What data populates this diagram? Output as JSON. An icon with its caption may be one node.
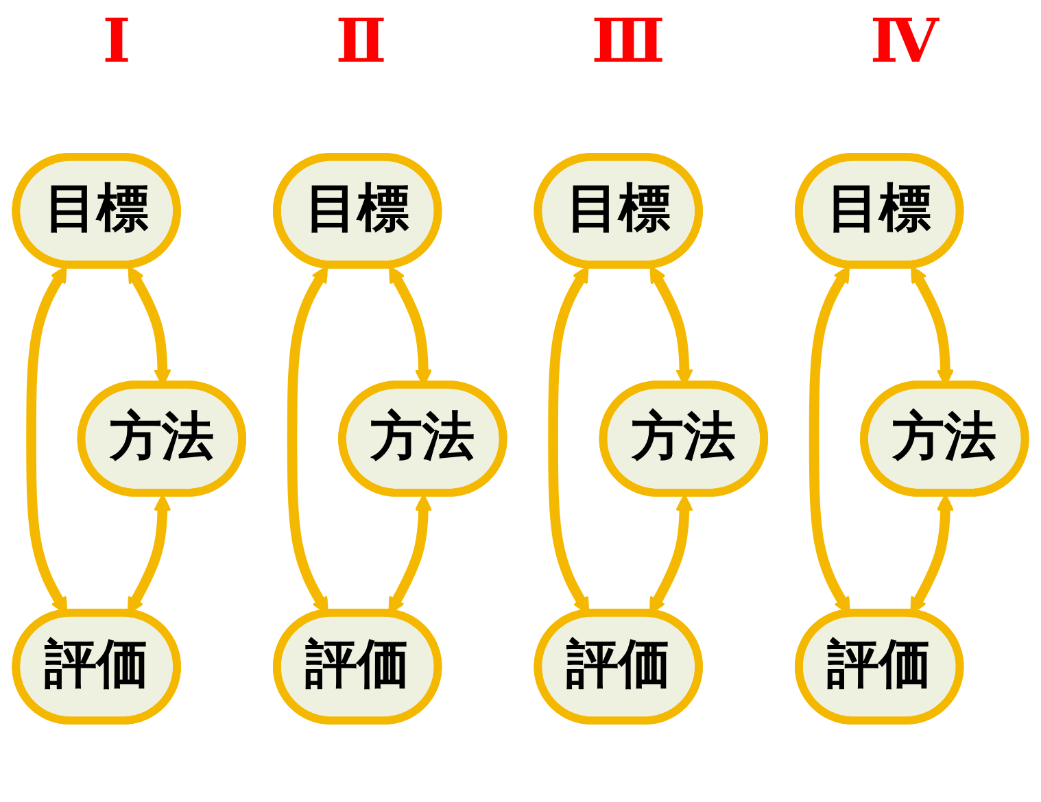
{
  "diagram": {
    "nodes": [
      {
        "text": [
          "目標"
        ]
      },
      {
        "text": [
          "方法"
        ]
      },
      {
        "text": [
          "評価"
        ]
      },
      {
        "text": [
          "目標"
        ]
      },
      {
        "text": [
          "方法"
        ]
      },
      {
        "text": [
          "評価"
        ]
      },
      {
        "text": [
          "目標"
        ]
      },
      {
        "text": [
          "方法"
        ]
      },
      {
        "text": [
          "評価"
        ]
      },
      {
        "text": [
          "目標"
        ]
      },
      {
        "text": [
          "方法"
        ]
      },
      {
        "text": [
          "評価"
        ]
      }
    ],
    "edges": [
      {
        "from": 0,
        "to": 1,
        "arrow": "both"
      },
      {
        "from": 0,
        "to": 2,
        "arrow": "both"
      },
      {
        "from": 1,
        "to": 2,
        "arrow": "both"
      },
      {
        "from": 3,
        "to": 4,
        "arrow": "both"
      },
      {
        "from": 3,
        "to": 5,
        "arrow": "both"
      },
      {
        "from": 4,
        "to": 5,
        "arrow": "both"
      },
      {
        "from": 6,
        "to": 7,
        "arrow": "both"
      },
      {
        "from": 6,
        "to": 8,
        "arrow": "both"
      },
      {
        "from": 7,
        "to": 8,
        "arrow": "both"
      },
      {
        "from": 9,
        "to": 10,
        "arrow": "both"
      },
      {
        "from": 9,
        "to": 11,
        "arrow": "both"
      },
      {
        "from": 10,
        "to": 11,
        "arrow": "both"
      }
    ],
    "labels": [
      "Ⅰ",
      "Ⅱ",
      "Ⅲ",
      "Ⅳ"
    ]
  }
}
